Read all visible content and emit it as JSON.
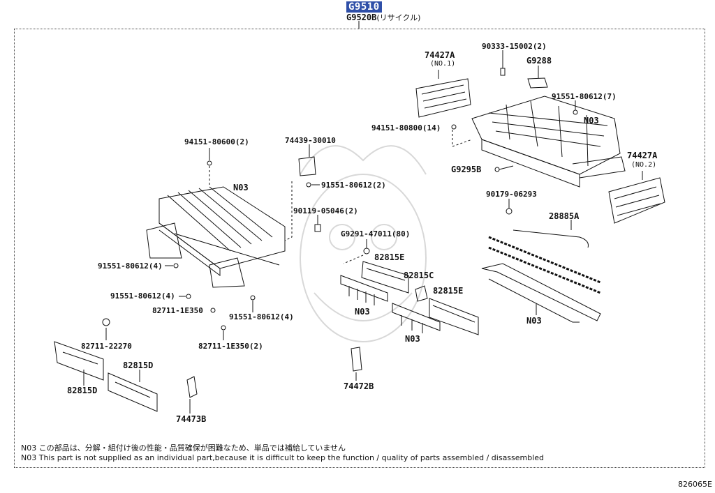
{
  "header": {
    "part_number": "G9510",
    "part_number_sub": "G9520B",
    "part_number_sub_note": "(リサイクル)"
  },
  "labels": {
    "p74427a_no1": "74427A",
    "p74427a_no1_sub": "(NO.1)",
    "p90333": "90333-15002(2)",
    "pG9288": "G9288",
    "p91551_7": "91551-80612(7)",
    "pN03_cover": "N03",
    "p94151_14": "94151-80800(14)",
    "p74427a_no2": "74427A",
    "p74427a_no2_sub": "(NO.2)",
    "pG9295b": "G9295B",
    "p90179": "90179-06293",
    "p28885a": "28885A",
    "p94151_2": "94151-80600(2)",
    "p74439": "74439-30010",
    "pN03_stack": "N03",
    "p91551_2": "91551-80612(2)",
    "p90119": "90119-05046(2)",
    "pG9291": "G9291-47011(80)",
    "p82815e_a": "82815E",
    "p82815c": "82815C",
    "p82815e_b": "82815E",
    "pN03_bus_a": "N03",
    "pN03_bus_b": "N03",
    "pN03_tubes": "N03",
    "p91551_4a": "91551-80612(4)",
    "p91551_4b": "91551-80612(4)",
    "p82711_1e350": "82711-1E350",
    "p91551_4c": "91551-80612(4)",
    "p82711_1e350_2": "82711-1E350(2)",
    "p82711_22270": "82711-22270",
    "p82815d_top": "82815D",
    "p82815d_bottom": "82815D",
    "p74472b": "74472B",
    "p74473b": "74473B"
  },
  "notes": {
    "jp": "N03 この部品は、分解・組付け後の性能・品質確保が困難なため、単品では補給していません",
    "en": "N03 This part is not supplied as an individual part,because it is difficult to keep the function / quality of parts assembled / disassembled"
  },
  "diagram_code": "826065E"
}
